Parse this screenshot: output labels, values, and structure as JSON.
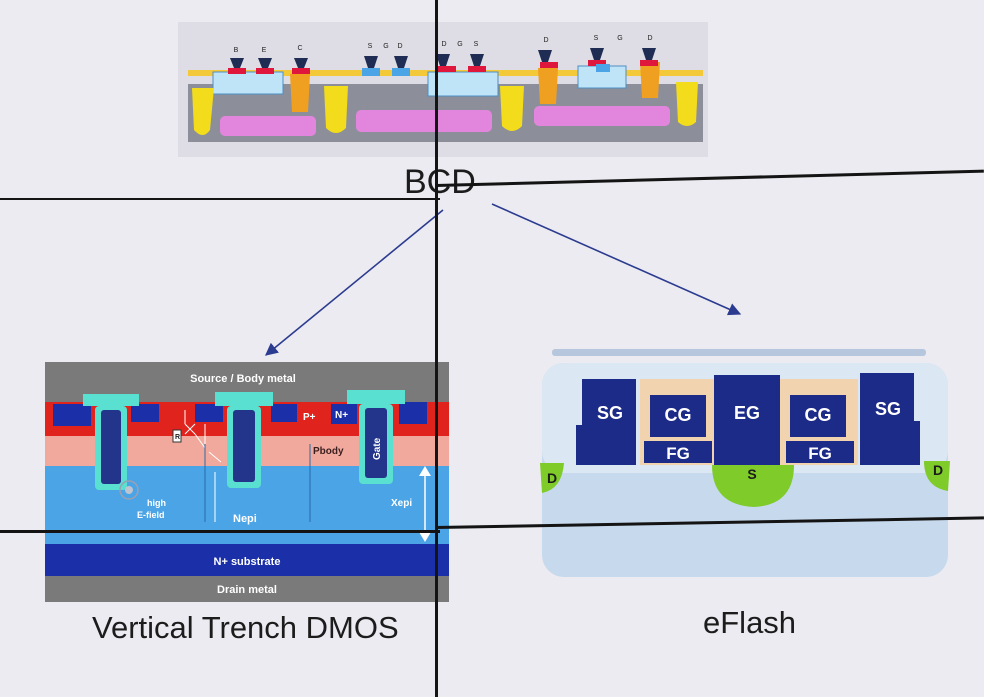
{
  "bcd": {
    "title": "BCD",
    "terminals_bipolar": [
      "B",
      "E",
      "C"
    ],
    "terminals_cmos": [
      "S",
      "G",
      "D",
      "D",
      "G",
      "S"
    ],
    "terminals_dmos": [
      "D",
      "S",
      "G",
      "D"
    ]
  },
  "dmos": {
    "caption": "Vertical Trench DMOS",
    "labels": {
      "source_body_metal": "Source / Body metal",
      "p_plus": "P+",
      "n_plus": "N+",
      "pbody": "Pbody",
      "gate": "Gate",
      "r": "R",
      "high_efield_1": "high",
      "high_efield_2": "E-field",
      "nepi": "Nepi",
      "xepi": "Xepi",
      "n_substrate": "N+ substrate",
      "drain_metal": "Drain metal"
    }
  },
  "eflash": {
    "caption": "eFlash",
    "labels": {
      "sg_left": "SG",
      "cg_left": "CG",
      "fg_left": "FG",
      "eg": "EG",
      "cg_right": "CG",
      "fg_right": "FG",
      "sg_right": "SG",
      "d_left": "D",
      "s": "S",
      "d_right": "D"
    }
  },
  "colors": {
    "background": "#ecebf1",
    "seam": "#141414",
    "arrow": "#2b3b8f",
    "n_plus_blue": "#1a2fa8",
    "dark_navy": "#1c2a88",
    "p_plus_red": "#e0231d",
    "pbody_pink": "#f0a99c",
    "nepi_blue": "#4aa4e6",
    "gate_cyan": "#59e0d0",
    "source_metal_gray": "#7a7a7a",
    "implant_green": "#7ecb2a",
    "oxide_tan": "#f2d3b0",
    "magenta": "#df6fd6",
    "yellow": "#ecd21a",
    "orange": "#f0a020"
  }
}
